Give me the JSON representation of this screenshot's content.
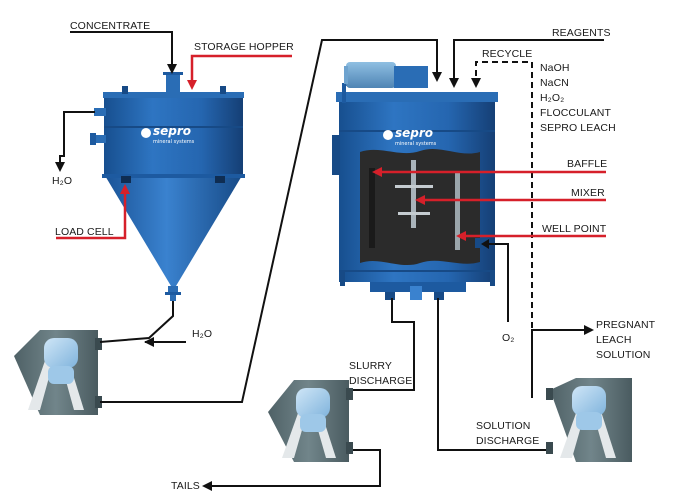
{
  "labels": {
    "concentrate": "CONCENTRATE",
    "storage_hopper": "STORAGE HOPPER",
    "h2o_left": "H₂O",
    "load_cell": "LOAD CELL",
    "h2o_bottom": "H₂O",
    "reagents": "REAGENTS",
    "recycle": "RECYCLE",
    "reagent_list": "NaOH\nNaCN\nH₂O₂\nFLOCCULANT\nSEPRO LEACH",
    "baffle": "BAFFLE",
    "mixer": "MIXER",
    "well_point": "WELL POINT",
    "o2": "O₂",
    "pregnant_leach_solution": "PREGNANT\nLEACH\nSOLUTION",
    "slurry_discharge": "SLURRY\nDISCHARGE",
    "solution_discharge": "SOLUTION\nDISCHARGE",
    "tails": "TAILS"
  },
  "brand": {
    "name": "sepro",
    "tagline": "mineral systems"
  },
  "colors": {
    "equipment_blue": "#1f5fa8",
    "callout_red": "#d6202a",
    "pump_gray": "#5d7075",
    "line_black": "#111111"
  }
}
